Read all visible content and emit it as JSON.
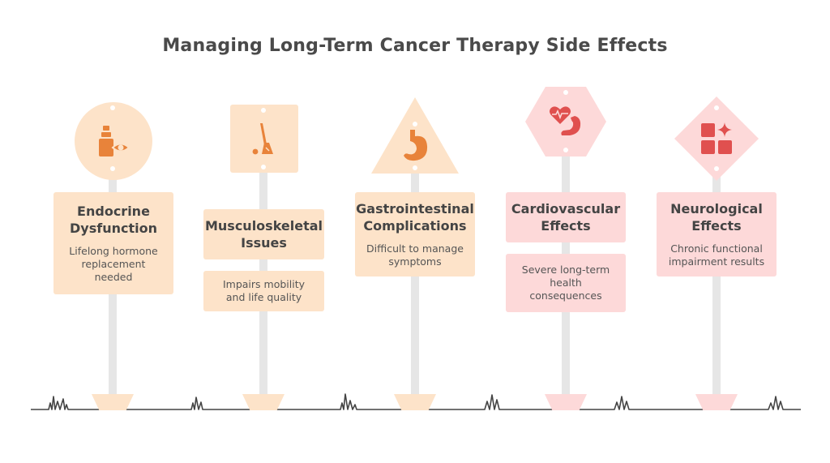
{
  "title": "Managing Long-Term Cancer Therapy Side Effects",
  "items": [
    {
      "title_lines": [
        "Endocrine",
        "Dysfunction"
      ],
      "description_lines": [
        "Lifelong hormone",
        "replacement",
        "needed"
      ],
      "icon": "hormone-bottle-eye-icon",
      "sign_shape": "circle",
      "color": "#fde3c9",
      "icon_color": "#e8833a"
    },
    {
      "title_lines": [
        "Musculoskeletal",
        "Issues"
      ],
      "description_lines": [
        "Impairs mobility",
        "and life quality"
      ],
      "icon": "bone-leg-icon",
      "sign_shape": "square",
      "color": "#fde3c9",
      "icon_color": "#e8833a"
    },
    {
      "title_lines": [
        "Gastrointestinal",
        "Complications"
      ],
      "description_lines": [
        "Difficult to manage",
        "symptoms"
      ],
      "icon": "stomach-icon",
      "sign_shape": "triangle",
      "color": "#fde3c9",
      "icon_color": "#e8833a"
    },
    {
      "title_lines": [
        "Cardiovascular",
        "Effects"
      ],
      "description_lines": [
        "Severe long-term",
        "health",
        "consequences"
      ],
      "icon": "heart-muscle-icon",
      "sign_shape": "hexagon",
      "color": "#fdd9d9",
      "icon_color": "#e0504f"
    },
    {
      "title_lines": [
        "Neurological",
        "Effects"
      ],
      "description_lines": [
        "Chronic functional",
        "impairment results"
      ],
      "icon": "grid-sparkle-icon",
      "sign_shape": "diamond",
      "color": "#fdd9d9",
      "icon_color": "#e0504f"
    }
  ]
}
